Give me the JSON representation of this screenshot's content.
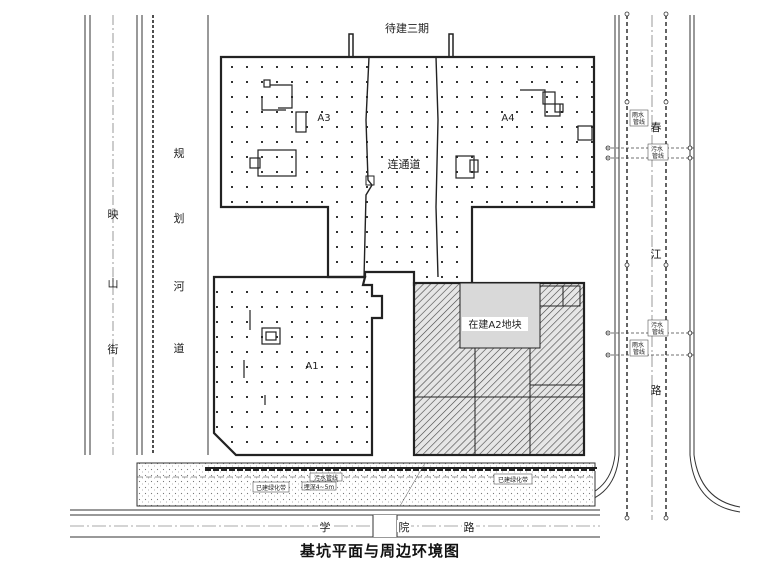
{
  "caption": "基坑平面与周边环境图",
  "labels": {
    "phase3": "待建三期",
    "a3": "A3",
    "a4": "A4",
    "a1": "A1",
    "connector": "连通道",
    "a2": "在建A2地块",
    "green_left": "已建绿化带",
    "green_right": "已建绿化带",
    "sewage_bottom": "污水管线",
    "trench": "埋深4~5m",
    "rain_top": "雨水\n管线",
    "sewage_top": "污水\n管线",
    "sewage_mid": "污水\n管线",
    "rain_mid": "雨水\n管线"
  },
  "streets": {
    "yingshan": [
      "映",
      "山",
      "街"
    ],
    "guihua": [
      "规",
      "划",
      "河",
      "道"
    ],
    "chunjiang": [
      "春",
      "江",
      "路"
    ],
    "xueyuan": [
      "学",
      "院",
      "路"
    ]
  }
}
